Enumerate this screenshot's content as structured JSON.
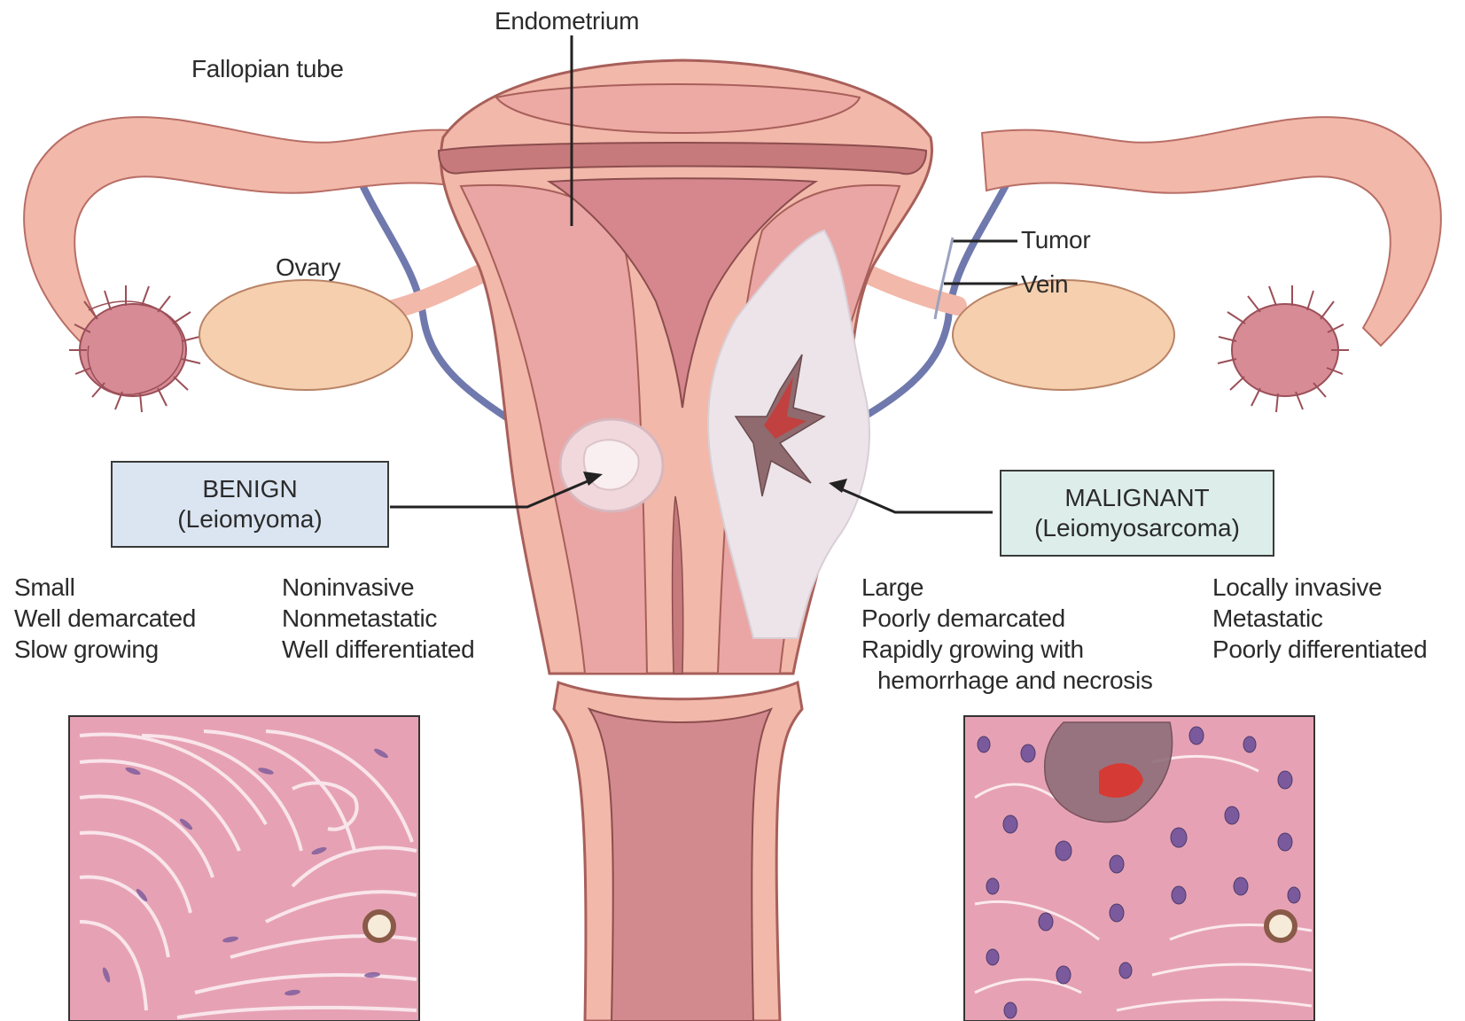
{
  "labels": {
    "endometrium": "Endometrium",
    "fallopian_tube": "Fallopian tube",
    "ovary": "Ovary",
    "tumor": "Tumor",
    "vein": "Vein"
  },
  "benign": {
    "title": "BENIGN",
    "subtitle": "(Leiomyoma)",
    "features_left": [
      "Small",
      "Well demarcated",
      "Slow growing"
    ],
    "features_right": [
      "Noninvasive",
      "Nonmetastatic",
      "Well differentiated"
    ]
  },
  "malignant": {
    "title": "MALIGNANT",
    "subtitle": "(Leiomyosarcoma)",
    "features_left": [
      "Large",
      "Poorly demarcated",
      "Rapidly growing with",
      "hemorrhage and necrosis"
    ],
    "features_right": [
      "Locally invasive",
      "Metastatic",
      "Poorly differentiated"
    ]
  },
  "colors": {
    "uterus_outer": "#f2b8aa",
    "uterus_inner": "#e9a3a0",
    "cavity": "#d98a8f",
    "ovary": "#f5cfae",
    "vein": "#7b86b8",
    "tumor_white": "#ede6ea",
    "hemorrhage": "#c0413f",
    "histo_bg": "#e7a7b7",
    "nucleus": "#7a5a9c"
  }
}
